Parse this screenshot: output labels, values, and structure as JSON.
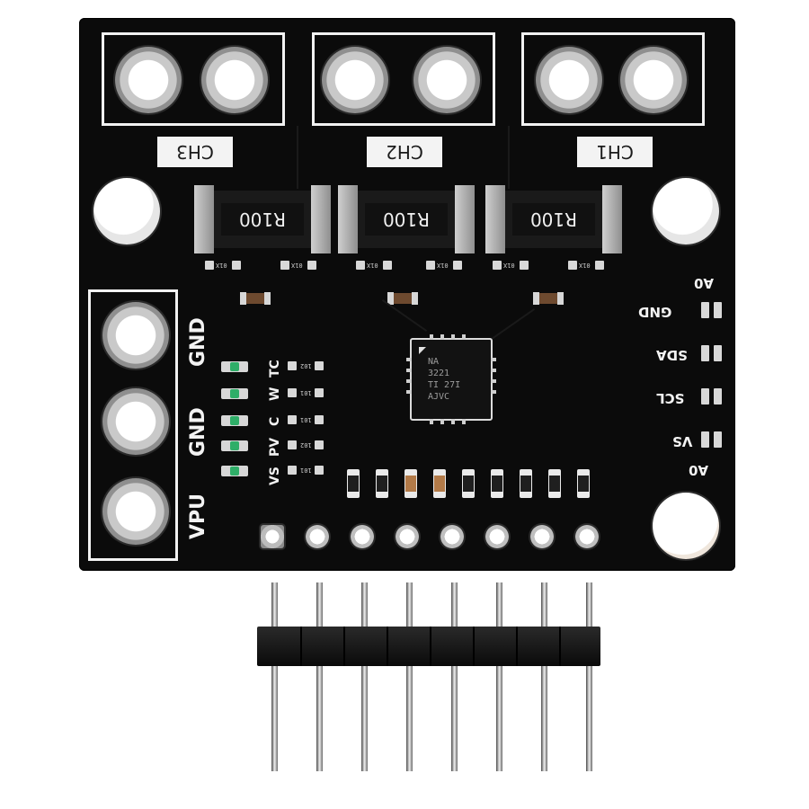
{
  "channels": [
    "CH3",
    "CH2",
    "CH1"
  ],
  "resistors": [
    "R100",
    "R100",
    "R100"
  ],
  "ic_text": [
    "NA",
    "3221",
    "TI 27I",
    "AJVC"
  ],
  "left_labels": [
    "GND",
    "GND",
    "VPU"
  ],
  "led_labels": [
    "TC",
    "W",
    "C",
    "PV",
    "VS"
  ],
  "right_labels": [
    "A0",
    "GND",
    "SDA",
    "SCL",
    "VS",
    "A0"
  ],
  "small_codes": [
    "01X",
    "01X",
    "01X",
    "01X",
    "01X",
    "01X",
    "102",
    "101",
    "101",
    "102",
    "101"
  ],
  "header_pin_count": 8
}
